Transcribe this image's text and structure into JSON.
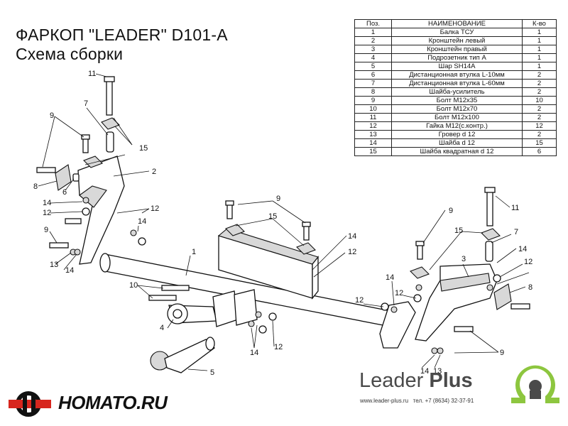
{
  "title": {
    "line1": "ФАРКОП \"LEADER\" D101-A",
    "line2": "Схема сборки"
  },
  "table": {
    "headers": [
      "Поз.",
      "НАИМЕНОВАНИЕ",
      "К-во"
    ],
    "rows": [
      [
        "1",
        "Балка ТСУ",
        "1"
      ],
      [
        "2",
        "Кронштейн левый",
        "1"
      ],
      [
        "3",
        "Кронштейн правый",
        "1"
      ],
      [
        "4",
        "Подрозетник тип А",
        "1"
      ],
      [
        "5",
        "Шар SH14A",
        "1"
      ],
      [
        "6",
        "Дистанционная втулка L-10мм",
        "2"
      ],
      [
        "7",
        "Дистанционная втулка L-60мм",
        "2"
      ],
      [
        "8",
        "Шайба-усилитель",
        "2"
      ],
      [
        "9",
        "Болт М12x35",
        "10"
      ],
      [
        "10",
        "Болт М12x70",
        "2"
      ],
      [
        "11",
        "Болт М12x100",
        "2"
      ],
      [
        "12",
        "Гайка М12(с.контр.)",
        "12"
      ],
      [
        "13",
        "Гровер d 12",
        "2"
      ],
      [
        "14",
        "Шайба d 12",
        "15"
      ],
      [
        "15",
        "Шайба квадратная d 12",
        "6"
      ]
    ]
  },
  "callouts": [
    "11",
    "7",
    "9",
    "15",
    "2",
    "8",
    "6",
    "14",
    "12",
    "9",
    "13",
    "14",
    "12",
    "14",
    "9",
    "15",
    "14",
    "12",
    "1",
    "10",
    "4",
    "14",
    "12",
    "5",
    "14",
    "12",
    "9",
    "11",
    "15",
    "7",
    "14",
    "3",
    "12",
    "8",
    "9",
    "14",
    "13",
    "12"
  ],
  "logo": {
    "brand_light": "Leader",
    "brand_bold": "Plus",
    "site": "www.leader-plus.ru",
    "phone": "тел. +7 (8634) 32-37-91"
  },
  "store": {
    "name": "HOMATO.RU"
  },
  "colors": {
    "logo_green": "#8dc63f",
    "store_red": "#d7261e",
    "logo_gray": "#4a4a4a"
  }
}
